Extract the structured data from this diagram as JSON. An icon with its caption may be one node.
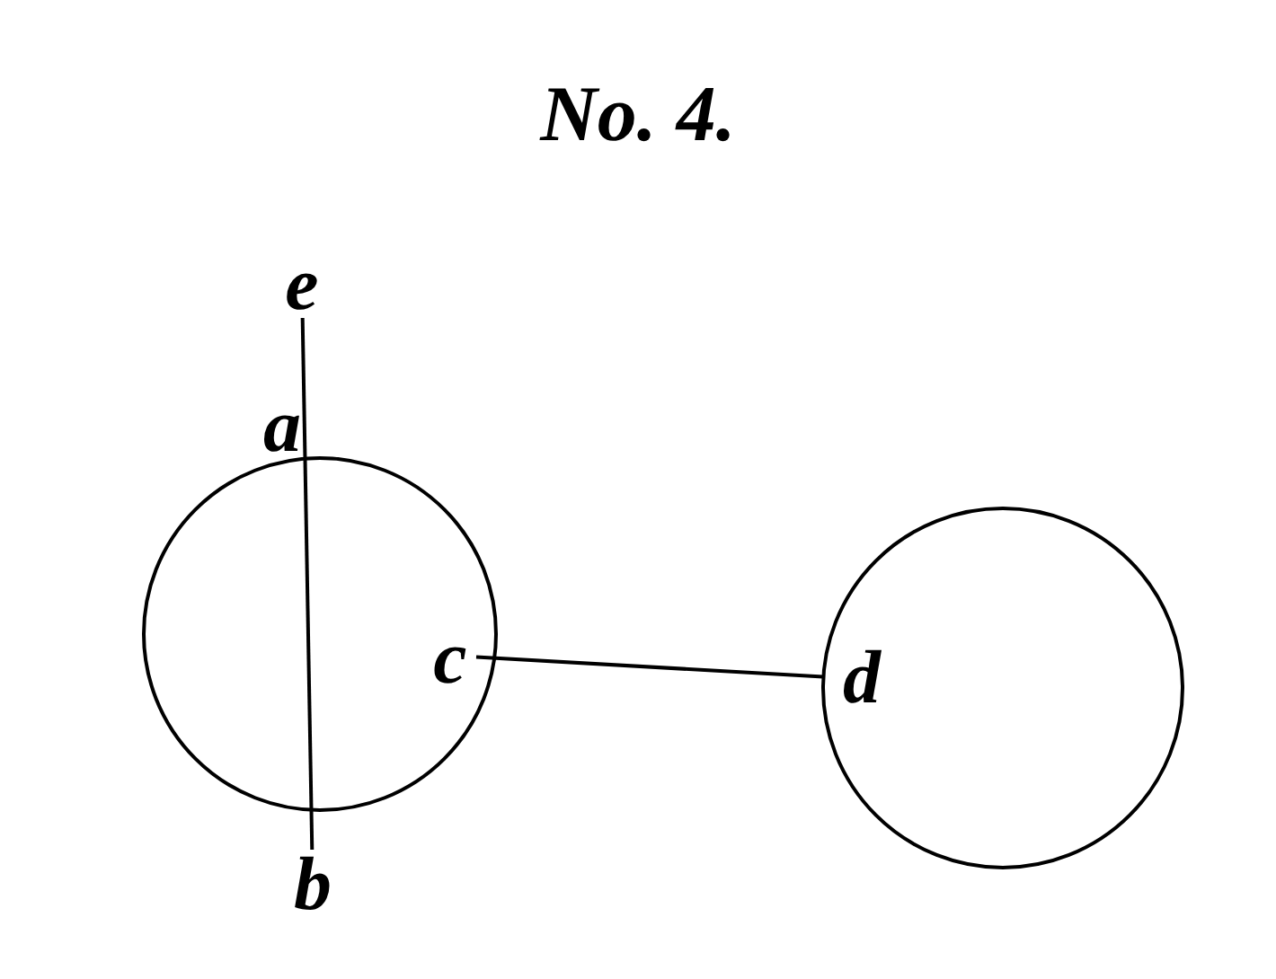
{
  "diagram": {
    "title": "No. 4.",
    "nodes": [
      {
        "text": [],
        "shape": "circle"
      },
      {
        "text": [],
        "shape": "circle"
      },
      {
        "text": [
          "e"
        ]
      },
      {
        "text": [
          "b"
        ]
      },
      {
        "text": [
          "c"
        ],
        "in": 0
      },
      {
        "text": [
          "d"
        ],
        "in": 1
      }
    ],
    "edges": [
      {
        "from": 2,
        "to": 3,
        "arrow": "none"
      },
      {
        "from": 4,
        "to": 5,
        "arrow": "none"
      }
    ],
    "labels": [
      "a"
    ]
  }
}
